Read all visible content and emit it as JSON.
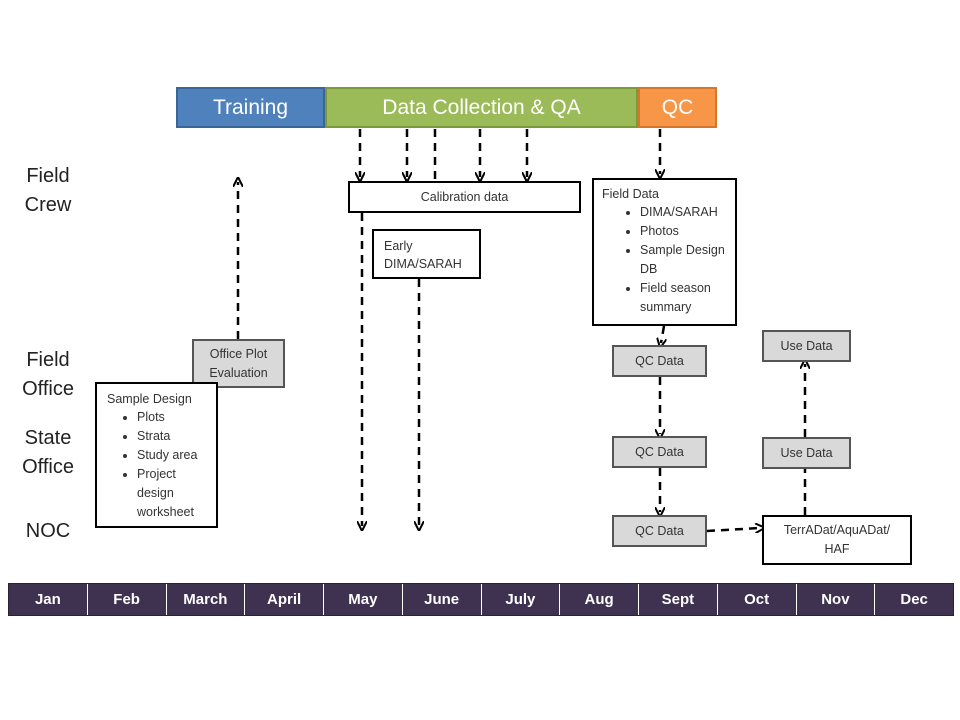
{
  "phases": {
    "training": "Training",
    "collection": "Data Collection & QA",
    "qc": "QC"
  },
  "colors": {
    "training": "#4f81bd",
    "collection": "#9bbb59",
    "qc": "#f79646",
    "month_bar": "#3f3150"
  },
  "rows": {
    "field_crew": [
      "Field",
      "Crew"
    ],
    "field_office": [
      "Field",
      "Office"
    ],
    "state_office": [
      "State",
      "Office"
    ],
    "noc": "NOC"
  },
  "boxes": {
    "calibration": "Calibration data",
    "early": "Early DIMA/SARAH",
    "field_data": {
      "title": "Field Data",
      "items": [
        "DIMA/SARAH",
        "Photos",
        "Sample Design DB",
        "Field season summary"
      ]
    },
    "office_plot": "Office Plot Evaluation",
    "sample_design": {
      "title": "Sample Design",
      "items": [
        "Plots",
        "Strata",
        "Study area",
        "Project design worksheet"
      ]
    },
    "qc1": "QC Data",
    "qc2": "QC Data",
    "qc3": "QC Data",
    "use1": "Use Data",
    "use2": "Use Data",
    "terradat": "TerrADat/AquADat/ HAF"
  },
  "months": [
    "Jan",
    "Feb",
    "March",
    "April",
    "May",
    "June",
    "July",
    "Aug",
    "Sept",
    "Oct",
    "Nov",
    "Dec"
  ]
}
